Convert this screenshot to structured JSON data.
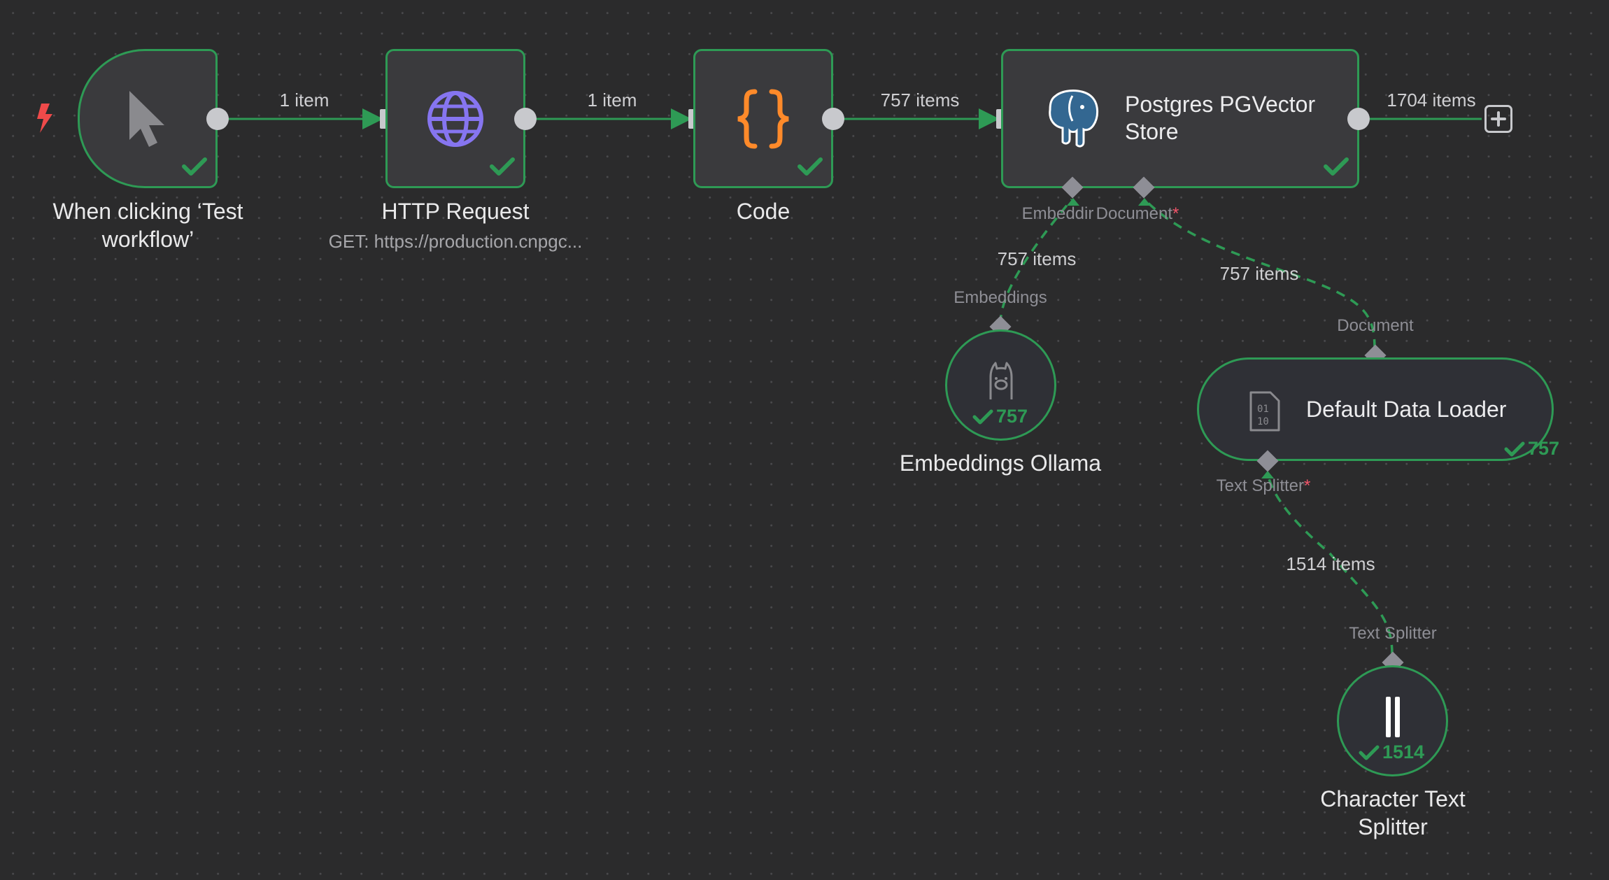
{
  "trigger_icon": "lightning-bolt-icon",
  "colors": {
    "success": "#2e9a55",
    "canvas": "#2b2b2c",
    "node": "#3a3a3d",
    "http_icon": "#8675f0",
    "code_icon": "#ff8a2a",
    "trigger_icon": "#ef4a4a",
    "postgres": "#336791"
  },
  "nodes": {
    "trigger": {
      "title_line1": "When clicking ‘Test",
      "title_line2": "workflow’",
      "icon": "cursor-pointer-icon"
    },
    "http": {
      "title": "HTTP Request",
      "subtitle": "GET: https://production.cnpgc...",
      "icon": "globe-icon"
    },
    "code": {
      "title": "Code",
      "icon": "curly-braces-icon"
    },
    "pgvector": {
      "title_line1": "Postgres PGVector",
      "title_line2": "Store",
      "icon": "postgres-elephant-icon"
    },
    "embeddings": {
      "title": "Embeddings Ollama",
      "count": "757",
      "icon": "llama-icon"
    },
    "loader": {
      "title": "Default Data Loader",
      "count": "757",
      "icon": "binary-file-icon"
    },
    "splitter": {
      "title_line1": "Character Text",
      "title_line2": "Splitter",
      "count": "1514",
      "icon": "text-split-icon"
    }
  },
  "connections": {
    "trigger_to_http": "1 item",
    "http_to_code": "1 item",
    "code_to_pgvector": "757 items",
    "pgvector_out": "1704 items",
    "embeddings_to_pgvector": "757 items",
    "loader_to_pgvector": "757 items",
    "splitter_to_loader": "1514 items"
  },
  "ports": {
    "pg_embedding_label": "Embeddir",
    "pg_document_label": "Document",
    "required_mark": "*",
    "embeddings_out_label": "Embeddings",
    "loader_out_label": "Document",
    "loader_splitter_label": "Text Splitter",
    "splitter_out_label": "Text Splitter"
  }
}
